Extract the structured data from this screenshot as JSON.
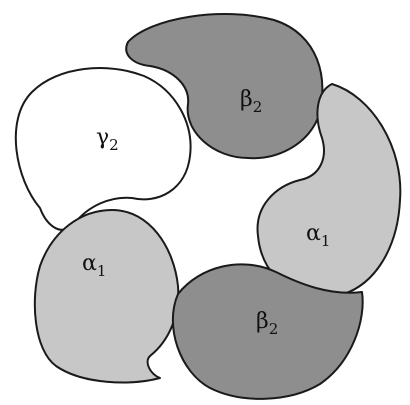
{
  "colors": {
    "alpha1": "#c7c7c7",
    "beta2": "#8e8e8e",
    "gamma2": "#ffffff",
    "outline": "#1a1a1a"
  },
  "subunits": [
    {
      "key": "top",
      "symbol": "β",
      "subscript": "2"
    },
    {
      "key": "left",
      "symbol": "γ",
      "subscript": "2"
    },
    {
      "key": "right",
      "symbol": "α",
      "subscript": "1"
    },
    {
      "key": "bottom-left",
      "symbol": "α",
      "subscript": "1"
    },
    {
      "key": "bottom-right",
      "symbol": "β",
      "subscript": "2"
    }
  ]
}
